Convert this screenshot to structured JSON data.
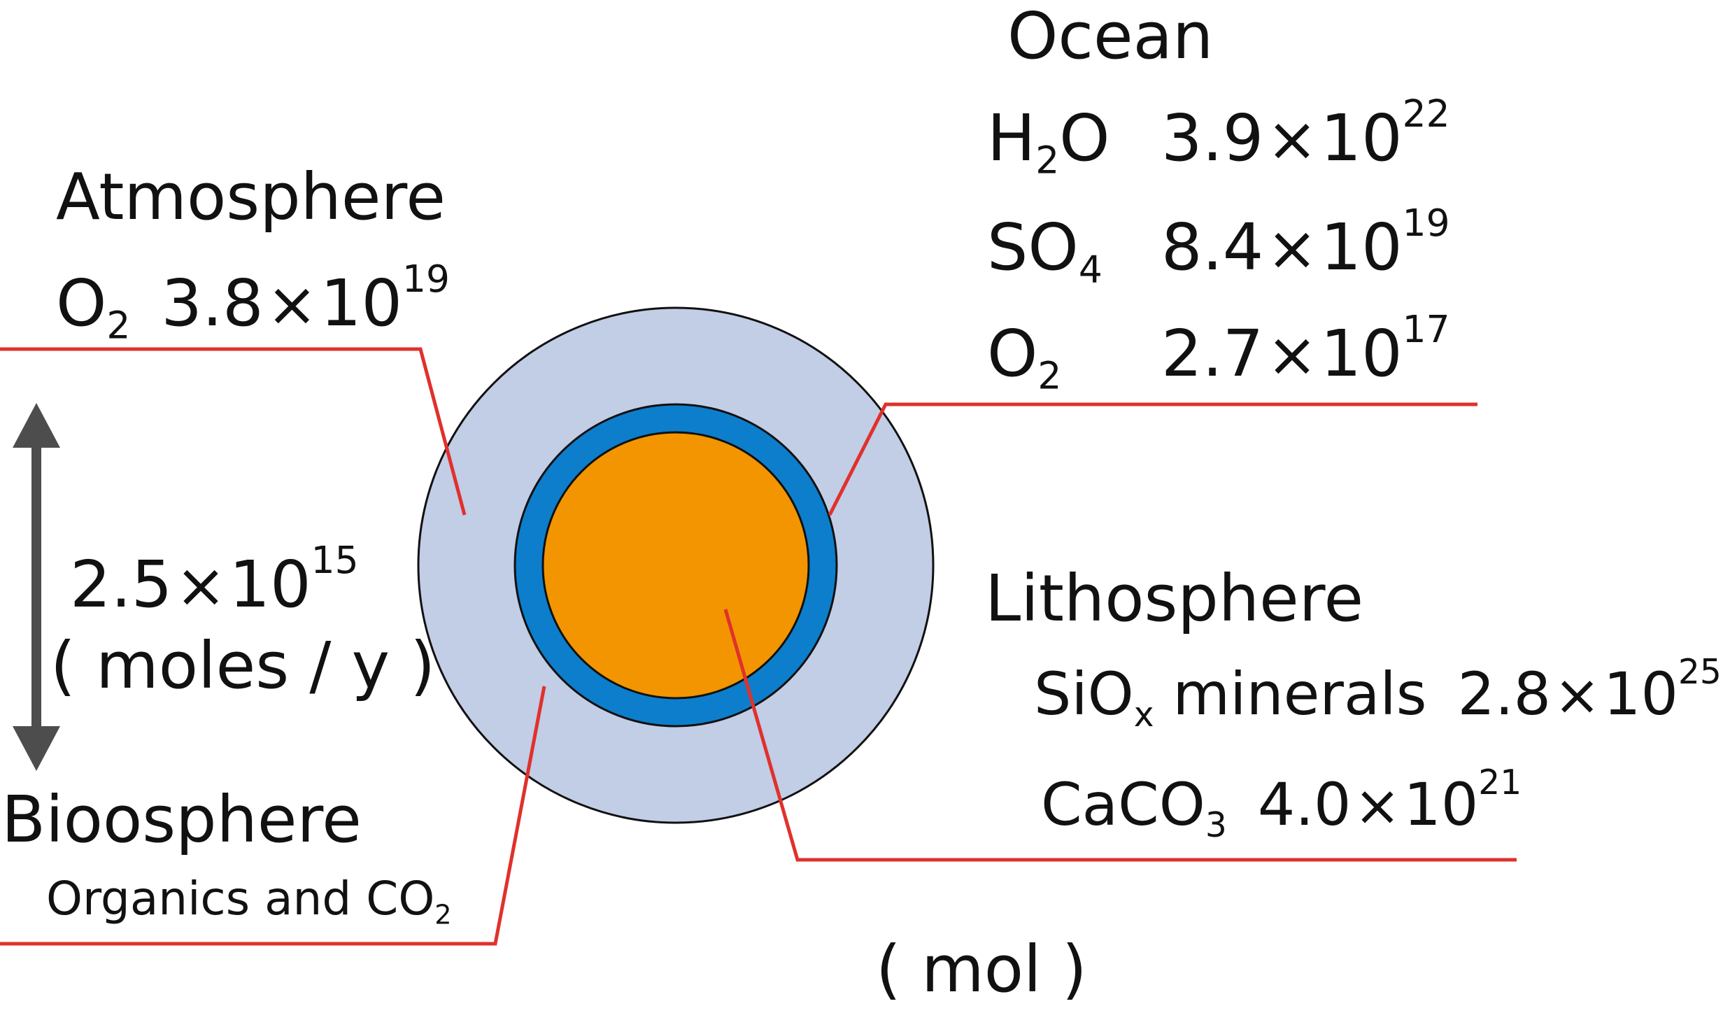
{
  "colors": {
    "atmosphere": "#c2cde6",
    "ocean": "#0d7ecb",
    "lithosphere": "#f39500",
    "leader_line": "#e0312b",
    "arrow": "#4d4d4d",
    "outline": "#111111"
  },
  "ocean": {
    "title": "Ocean",
    "rows": [
      {
        "formula": "H",
        "sub": "2",
        "tail": "O",
        "mantissa": "3.9",
        "times": "×",
        "base": "10",
        "exp": "22"
      },
      {
        "formula": "SO",
        "sub": "4",
        "tail": "",
        "mantissa": "8.4",
        "times": "×",
        "base": "10",
        "exp": "19"
      },
      {
        "formula": "O",
        "sub": "2",
        "tail": "",
        "mantissa": "2.7",
        "times": "×",
        "base": "10",
        "exp": "17"
      }
    ]
  },
  "atmosphere": {
    "title": "Atmosphere",
    "formula": "O",
    "sub": "2",
    "mantissa": "3.8",
    "times": "×",
    "base": "10",
    "exp": "19"
  },
  "flux": {
    "mantissa": "2.5",
    "times": "×",
    "base": "10",
    "exp": "15",
    "unit": "( moles / y )",
    "arrow_icon": "double-arrow-icon"
  },
  "biosphere": {
    "title": "Bioosphere",
    "subtitle": "Organics and CO",
    "sub": "2"
  },
  "lithosphere": {
    "title": "Lithosphere",
    "rows": [
      {
        "formula": "SiO",
        "sub": "x",
        "tail": " minerals",
        "mantissa": "2.8",
        "times": "×",
        "base": "10",
        "exp": "25"
      },
      {
        "formula": "CaCO",
        "sub": "3",
        "tail": "",
        "mantissa": "4.0",
        "times": "×",
        "base": "10",
        "exp": "21"
      }
    ]
  },
  "unit_note": "( mol )"
}
